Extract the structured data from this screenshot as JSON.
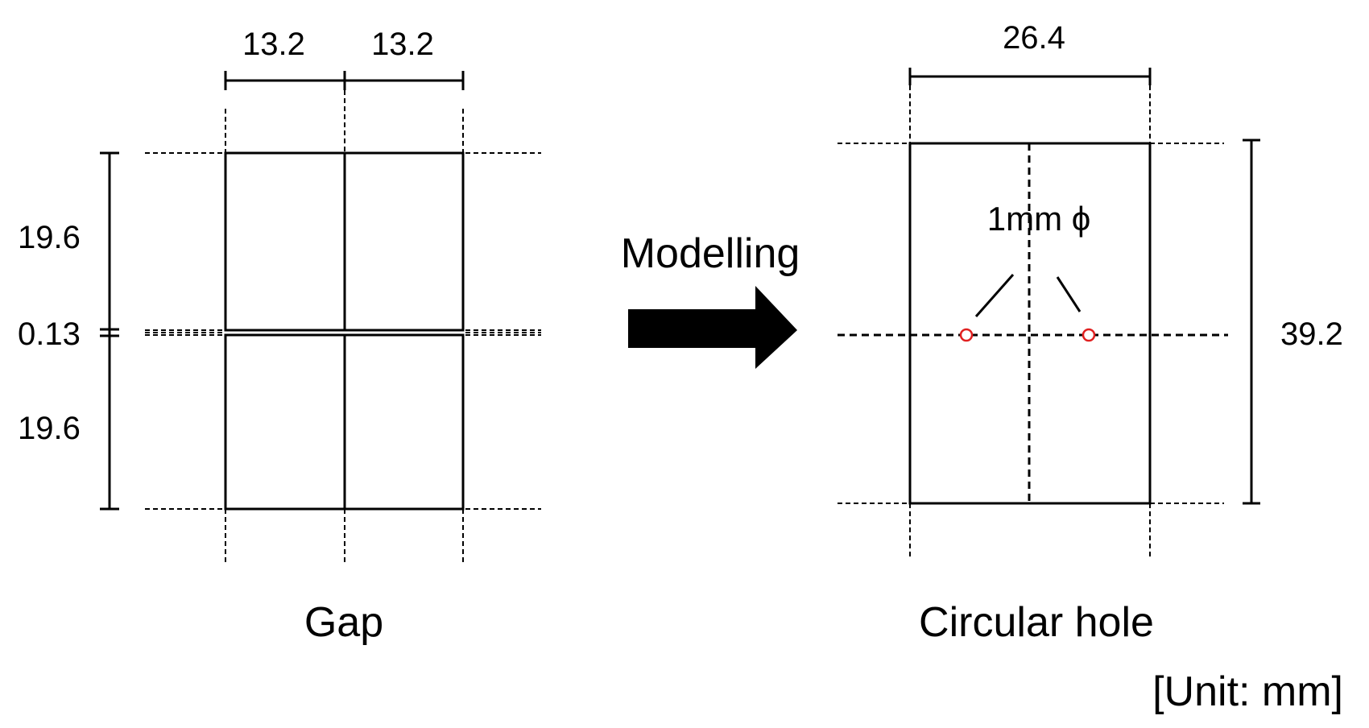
{
  "left": {
    "dims_top": [
      "13.2",
      "13.2"
    ],
    "dims_left": [
      "19.6",
      "0.13",
      "19.6"
    ],
    "caption": "Gap"
  },
  "arrow": {
    "label": "Modelling"
  },
  "right": {
    "dim_top": "26.4",
    "dim_right": "39.2",
    "hole_label": "1mm ϕ",
    "caption": "Circular hole",
    "hole_color": "#e02020"
  },
  "unit": "[Unit: mm]"
}
